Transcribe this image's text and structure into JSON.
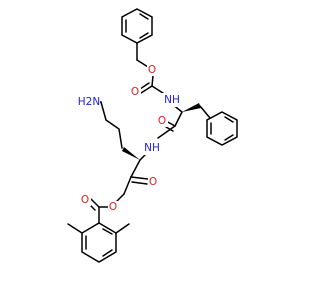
{
  "molecule": {
    "atoms": [
      {
        "id": "nh2",
        "label": "H2N",
        "element": "N",
        "color": "#1f1fd6"
      },
      {
        "id": "nh_carbamate",
        "label": "NH",
        "element": "N",
        "color": "#1f1fd6"
      },
      {
        "id": "nh_amide",
        "label": "NH",
        "element": "N",
        "color": "#1f1fd6"
      },
      {
        "id": "o_carbamate_ether",
        "label": "O",
        "element": "O",
        "color": "#e02020"
      },
      {
        "id": "o_carbamate_carbonyl",
        "label": "O",
        "element": "O",
        "color": "#e02020"
      },
      {
        "id": "o_amide",
        "label": "O",
        "element": "O",
        "color": "#e02020"
      },
      {
        "id": "o_ketone",
        "label": "O",
        "element": "O",
        "color": "#e02020"
      },
      {
        "id": "o_ester",
        "label": "O",
        "element": "O",
        "color": "#e02020"
      },
      {
        "id": "o_ester_carbonyl",
        "label": "O",
        "element": "O",
        "color": "#e02020"
      }
    ],
    "colors": {
      "bond": "#000000",
      "nitrogen": "#1f1fd6",
      "oxygen": "#e02020"
    }
  }
}
